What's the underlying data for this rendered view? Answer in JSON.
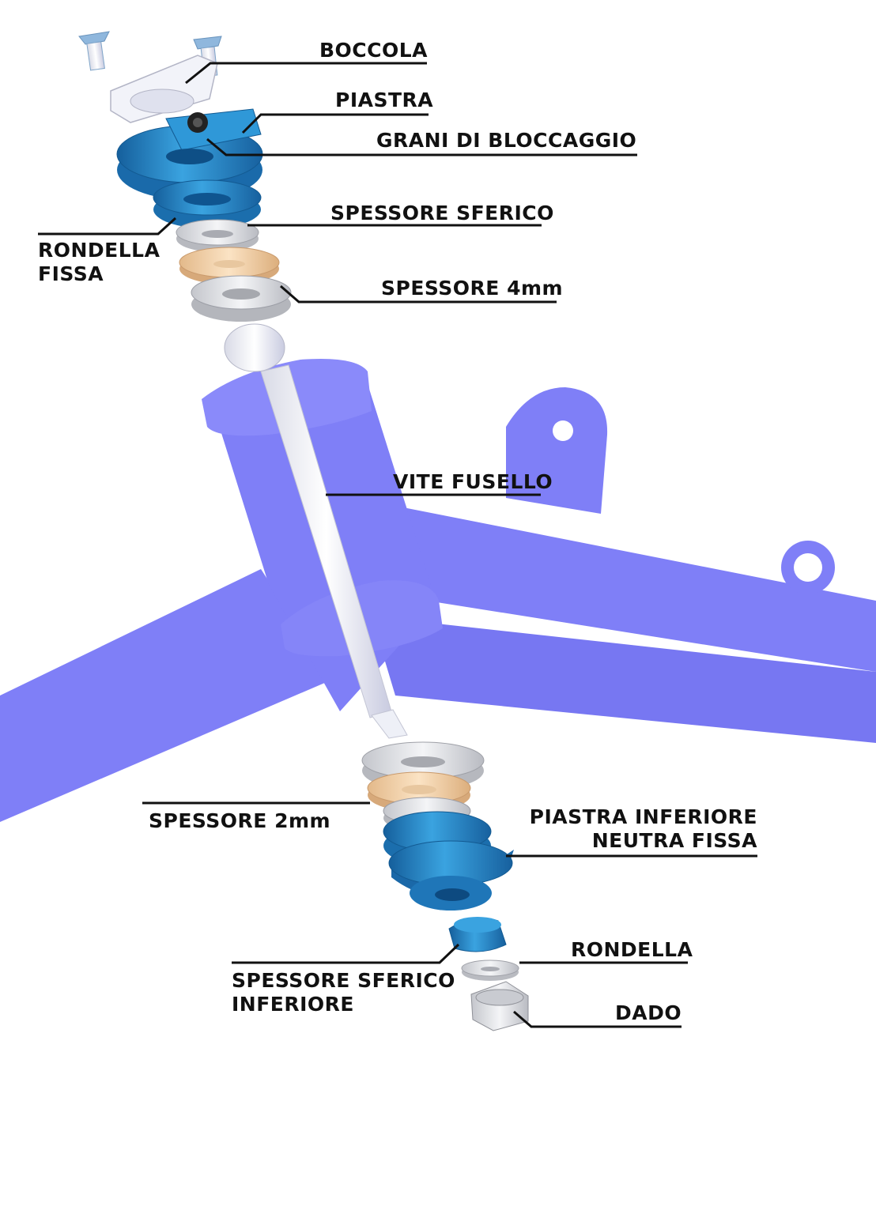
{
  "labels": {
    "boccola": "BOCCOLA",
    "piastra": "PIASTRA",
    "grani": "GRANI DI BLOCCAGGIO",
    "spessore_sferico": "SPESSORE SFERICO",
    "rondella_fissa_1": "RONDELLA",
    "rondella_fissa_2": "FISSA",
    "spessore_4mm": "SPESSORE 4mm",
    "vite_fusello": "VITE FUSELLO",
    "spessore_2mm": "SPESSORE 2mm",
    "piastra_inferiore_1": "PIASTRA INFERIORE",
    "piastra_inferiore_2": "NEUTRA FISSA",
    "rondella": "RONDELLA",
    "spessore_sferico_inf_1": "SPESSORE SFERICO",
    "spessore_sferico_inf_2": "INFERIORE",
    "dado": "DADO"
  },
  "colors": {
    "frame": "#7f7ff7",
    "frame_dark": "#6b6bea",
    "anodized_blue": "#2a8fd0",
    "anodized_dark": "#1664a3",
    "steel": "#d9dbe0",
    "bronze": "#f0cfa6",
    "leader": "#111111"
  }
}
